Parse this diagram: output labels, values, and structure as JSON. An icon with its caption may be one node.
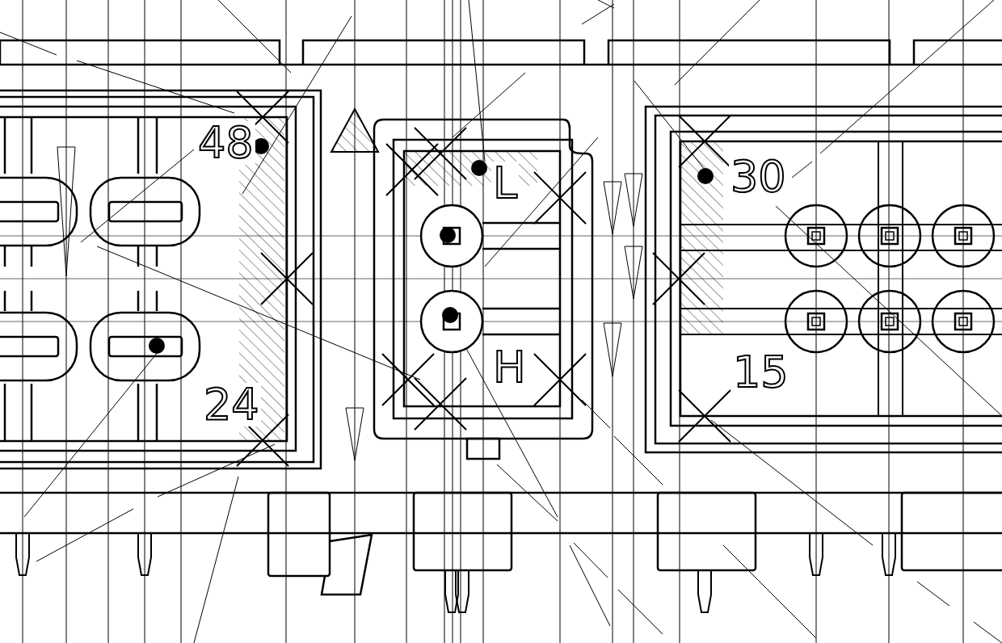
{
  "diagram": {
    "labels": [
      "48",
      "24",
      "L",
      "H",
      "30",
      "15"
    ]
  }
}
